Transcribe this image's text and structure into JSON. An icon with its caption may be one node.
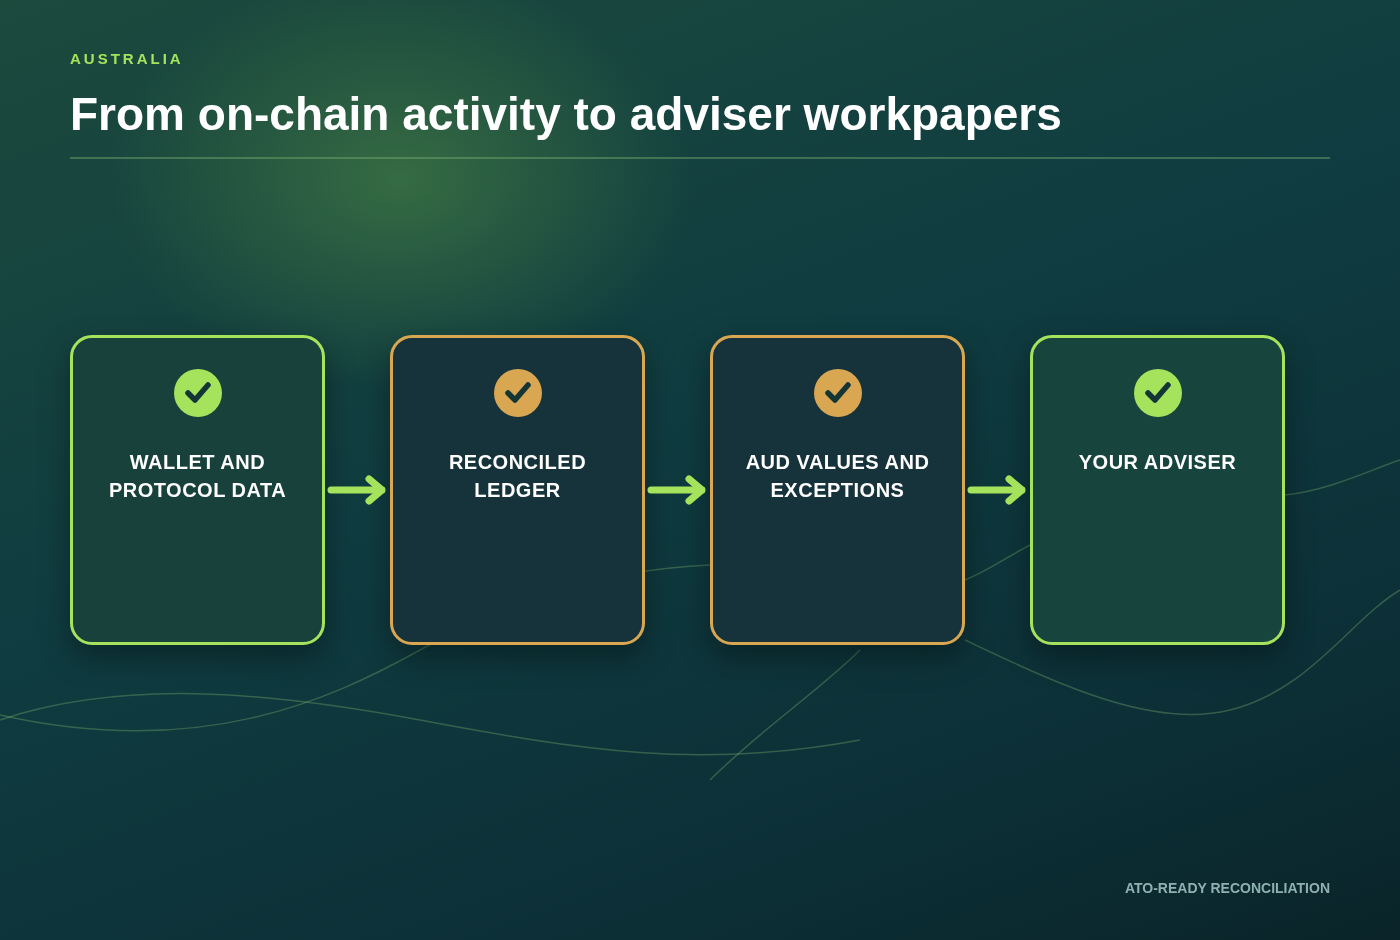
{
  "diagram": {
    "title": "From on-chain activity to adviser workpapers",
    "nodes": [
      {
        "text": [
          "WALLET AND PROTOCOL DATA"
        ]
      },
      {
        "text": [
          "RECONCILED LEDGER"
        ]
      },
      {
        "text": [
          "AUD VALUES AND EXCEPTIONS"
        ]
      },
      {
        "text": [
          "YOUR ADVISER"
        ]
      }
    ],
    "edges": [
      {
        "from": 0,
        "to": 1,
        "arrow": "to"
      },
      {
        "from": 1,
        "to": 2,
        "arrow": "to"
      },
      {
        "from": 2,
        "to": 3,
        "arrow": "to"
      }
    ],
    "labels": [
      "AUSTRALIA",
      "ATO-READY RECONCILIATION"
    ]
  }
}
